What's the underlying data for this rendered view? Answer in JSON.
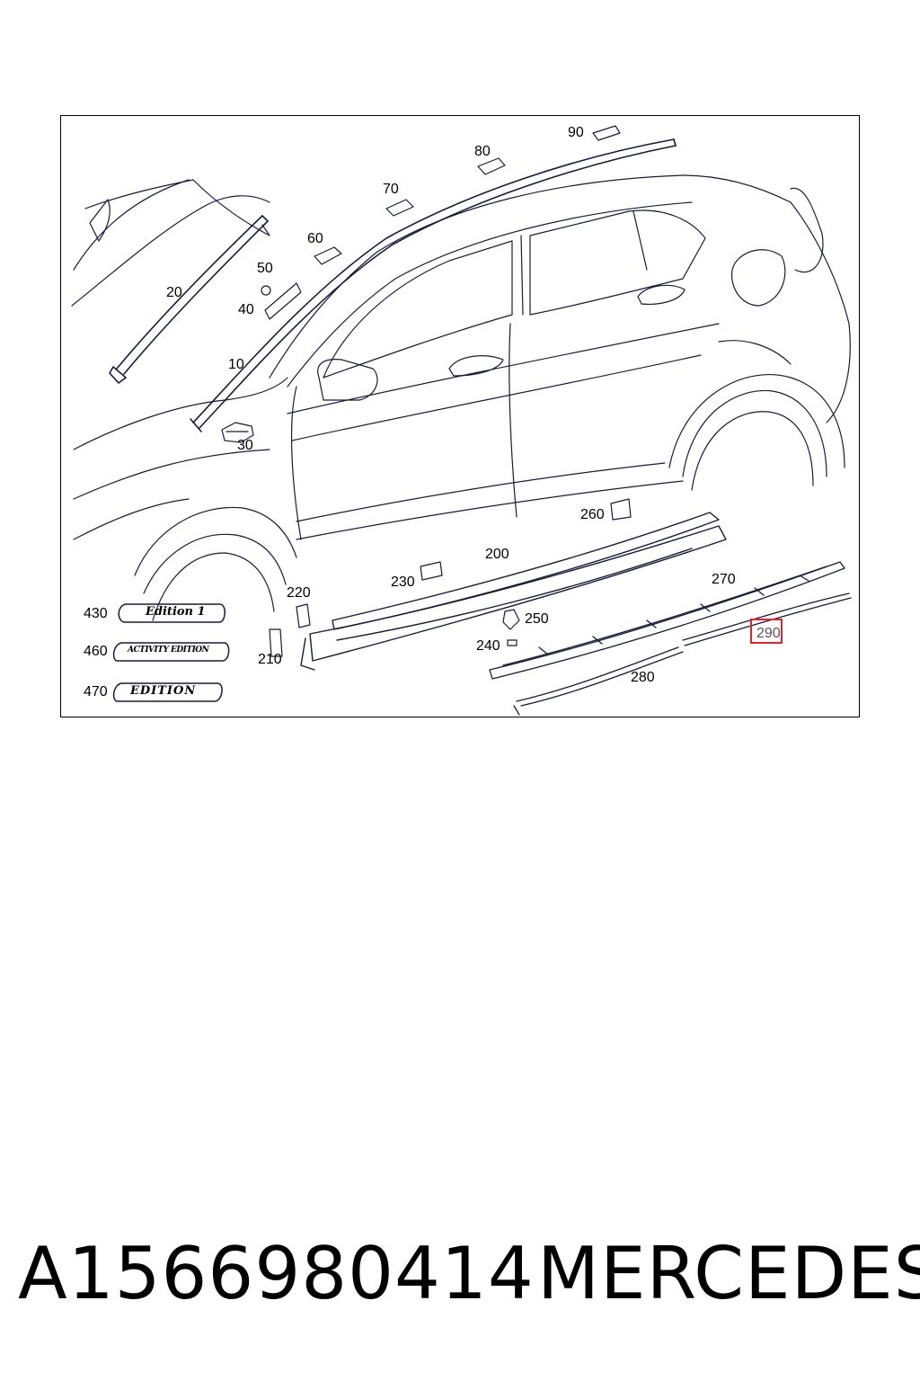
{
  "diagram": {
    "part_labels": [
      "10",
      "20",
      "30",
      "40",
      "50",
      "60",
      "70",
      "80",
      "90",
      "200",
      "210",
      "220",
      "230",
      "240",
      "250",
      "260",
      "270",
      "280",
      "290",
      "430",
      "460",
      "470"
    ],
    "highlighted_label": "290",
    "emblems": {
      "e430": "Edition 1",
      "e460": "ACTIVITY EDITION",
      "e470": "EDITION"
    },
    "colors": {
      "line": "#1a1a3a",
      "highlight": "#e8202a"
    }
  },
  "caption": {
    "part_number": "A1566980414",
    "brand": "MERCEDES"
  }
}
